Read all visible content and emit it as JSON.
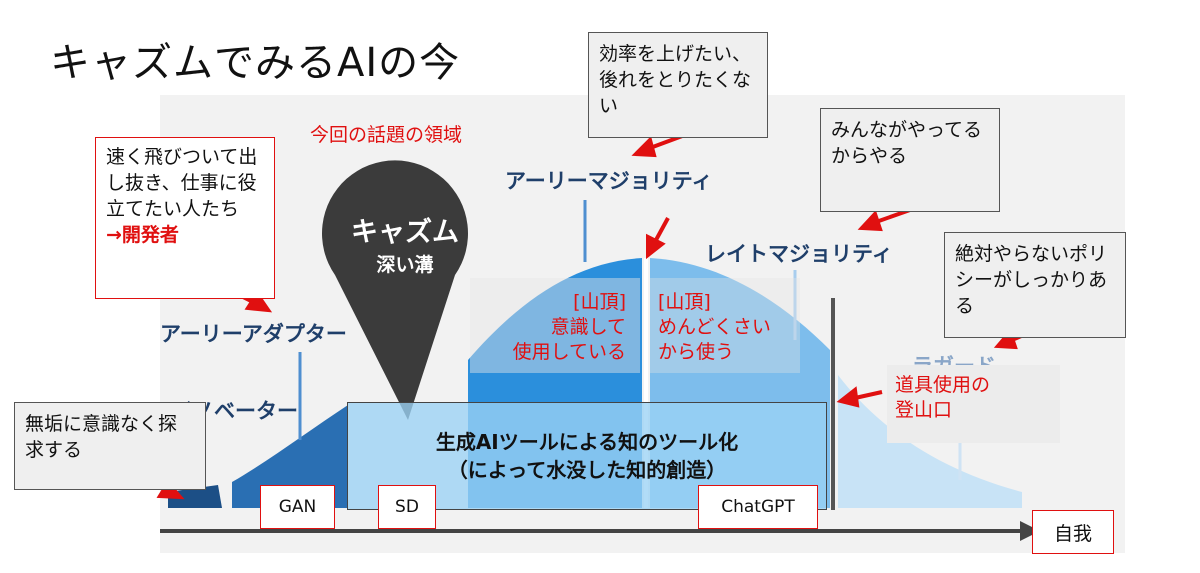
{
  "title": "キャズムでみるAIの今",
  "focus_label": "今回の話題の領域",
  "categories": {
    "innovator": "イノベーター",
    "early_adopter": "アーリーアダプター",
    "early_majority": "アーリーマジョリティ",
    "late_majority": "レイトマジョリティ",
    "laggard": "ラガード"
  },
  "chasm": {
    "title": "キャズム",
    "subtitle": "深い溝"
  },
  "notes": {
    "innovator_note": "無垢に意識なく探求する",
    "early_adopter_note": "速く飛びついて出し抜き、仕事に役立てたい人たち",
    "early_adopter_note_highlight": "→開発者",
    "early_majority_note": "効率を上げたい、後れをとりたくない",
    "late_majority_note": "みんながやってるからやる",
    "laggard_note": "絶対やらないポリシーがしっかりある"
  },
  "peak_left": [
    "[山頂]",
    "意識して",
    "使用している"
  ],
  "peak_right": [
    "[山頂]",
    "めんどくさい",
    "から使う"
  ],
  "tool_label": [
    "道具使用の",
    "登山口"
  ],
  "center_box": [
    "生成AIツールによる知のツール化",
    "（によって水没した知的創造）"
  ],
  "milestones": {
    "gan": "GAN",
    "sd": "SD",
    "chatgpt": "ChatGPT"
  },
  "axis_end_label": "自我",
  "colors": {
    "accent_red": "#e01010",
    "navy": "#1f3f6a",
    "curve_light": "#8ec7ef",
    "curve_mid": "#4a97da",
    "curve_dark": "#1c5e9e"
  }
}
